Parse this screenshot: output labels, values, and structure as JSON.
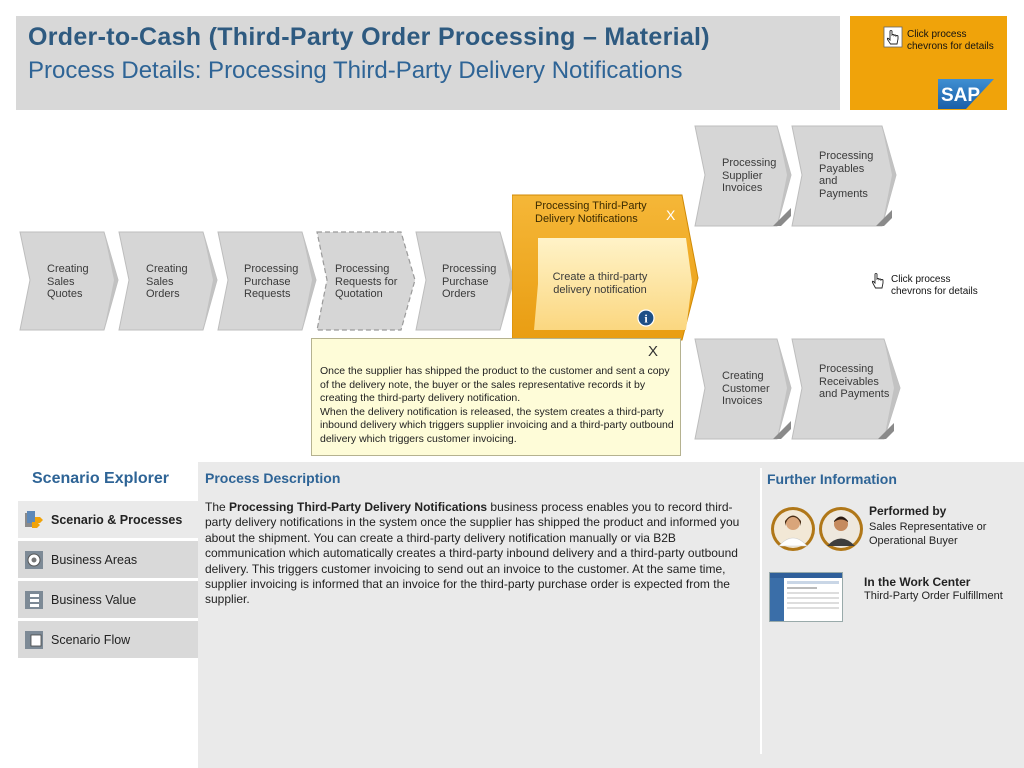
{
  "header": {
    "title": "Order-to-Cash (Third-Party Order Processing – Material)",
    "subtitle": "Process Details: Processing Third-Party Delivery Notifications",
    "brand_hint": "Click process chevrons for details",
    "logo_text": "SAP"
  },
  "flow": {
    "main_steps": [
      {
        "label": "Creating Sales Quotes"
      },
      {
        "label": "Creating Sales Orders"
      },
      {
        "label": "Processing Purchase Requests"
      },
      {
        "label": "Processing Requests for Quotation",
        "optional": true
      },
      {
        "label": "Processing Purchase Orders"
      }
    ],
    "active_step": {
      "label": "Processing Third-Party Delivery Notifications",
      "close": "X",
      "sub_step": "Create a third-party delivery notification",
      "info_icon": "i"
    },
    "upper_steps": [
      {
        "label": "Processing Supplier Invoices"
      },
      {
        "label": "Processing Payables and Payments"
      }
    ],
    "lower_steps": [
      {
        "label": "Creating Customer Invoices"
      },
      {
        "label": "Processing Receivables and Payments"
      }
    ],
    "side_hint": "Click process chevrons for details"
  },
  "popup": {
    "close": "X",
    "para1": "Once the supplier has shipped the product to the customer and sent a copy of the delivery note, the buyer or the sales representative records it by creating the third-party delivery notification.",
    "para2": "When the delivery notification is released, the system creates a third-party inbound delivery which triggers supplier invoicing and a third-party outbound delivery which triggers customer invoicing."
  },
  "explorer": {
    "title": "Scenario Explorer",
    "items": [
      {
        "label": "Scenario & Processes",
        "icon": "scenario-icon",
        "active": true
      },
      {
        "label": "Business Areas",
        "icon": "gear-icon",
        "active": false
      },
      {
        "label": "Business Value",
        "icon": "value-icon",
        "active": false
      },
      {
        "label": "Scenario Flow",
        "icon": "flow-icon",
        "active": false
      }
    ]
  },
  "process_description": {
    "title": "Process Description",
    "lead": "The ",
    "bold": "Processing Third-Party Delivery Notifications",
    "text": " business process enables you to record third-party delivery notifications in the system once the supplier has shipped the product and informed you about the shipment. You can create a third-party delivery notification manually or via B2B communication which automatically creates a third-party inbound delivery and a third-party outbound delivery. This triggers customer invoicing to send out an invoice to the customer. At the same time, supplier invoicing is informed that an invoice for the third-party purchase order is expected from the supplier."
  },
  "further_information": {
    "title": "Further Information",
    "performed_by_label": "Performed by",
    "performed_by_value": "Sales Representative or Operational Buyer",
    "work_center_label": "In the Work Center",
    "work_center_value": "Third-Party Order Fulfillment"
  },
  "colors": {
    "title_blue": "#2e5a80",
    "accent_orange": "#f0a30a",
    "chevron_gray": "#d6d6d6",
    "popup_bg": "#fefcd8"
  }
}
